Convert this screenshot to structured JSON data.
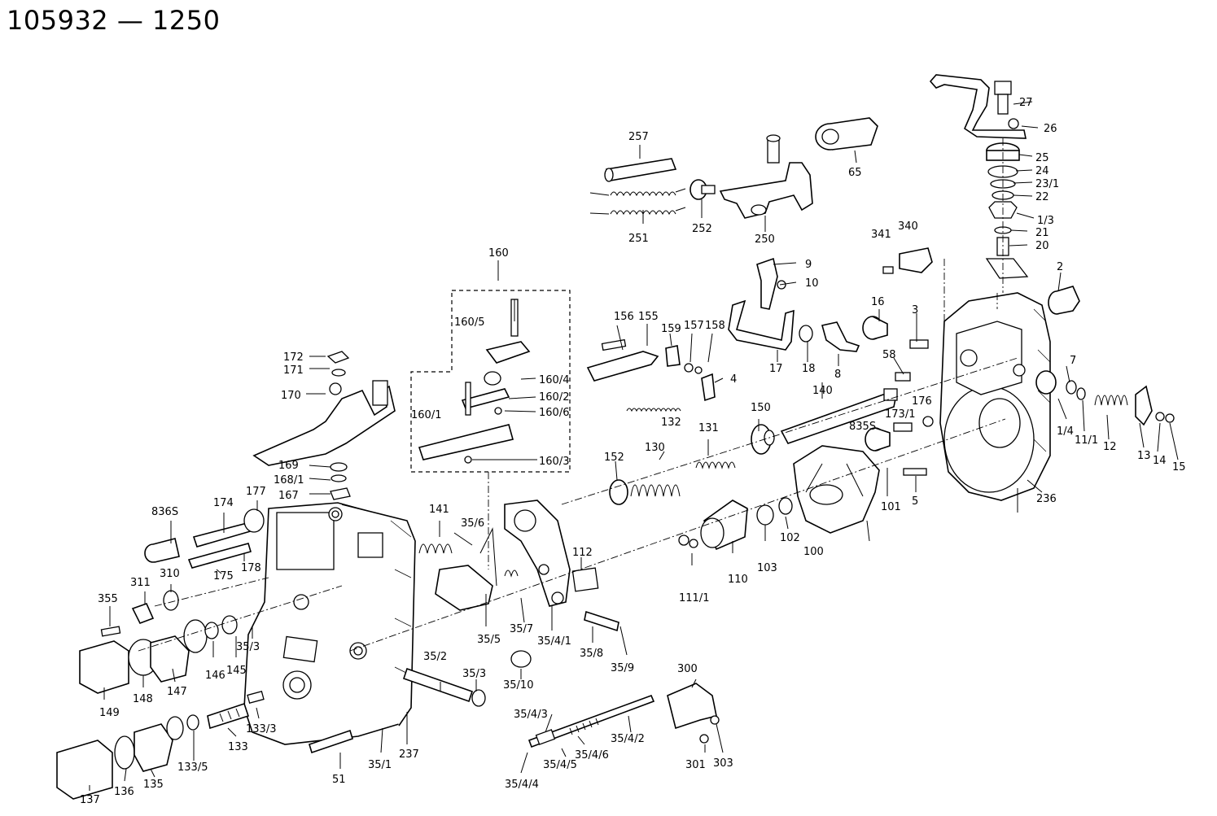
{
  "title": "105932 — 1250",
  "parts": [
    {
      "id": "p27",
      "text": "27"
    },
    {
      "id": "p26",
      "text": "26"
    },
    {
      "id": "p25",
      "text": "25"
    },
    {
      "id": "p24",
      "text": "24"
    },
    {
      "id": "p23_1",
      "text": "23/1"
    },
    {
      "id": "p22",
      "text": "22"
    },
    {
      "id": "p1_3",
      "text": "1/3"
    },
    {
      "id": "p21",
      "text": "21"
    },
    {
      "id": "p20",
      "text": "20"
    },
    {
      "id": "p65",
      "text": "65"
    },
    {
      "id": "p257",
      "text": "257"
    },
    {
      "id": "p252",
      "text": "252"
    },
    {
      "id": "p251",
      "text": "251"
    },
    {
      "id": "p250",
      "text": "250"
    },
    {
      "id": "p341",
      "text": "341"
    },
    {
      "id": "p340",
      "text": "340"
    },
    {
      "id": "p2",
      "text": "2"
    },
    {
      "id": "p9",
      "text": "9"
    },
    {
      "id": "p10",
      "text": "10"
    },
    {
      "id": "p160",
      "text": "160"
    },
    {
      "id": "p160_5",
      "text": "160/5"
    },
    {
      "id": "p156",
      "text": "156"
    },
    {
      "id": "p155",
      "text": "155"
    },
    {
      "id": "p159",
      "text": "159"
    },
    {
      "id": "p157",
      "text": "157"
    },
    {
      "id": "p158",
      "text": "158"
    },
    {
      "id": "p16",
      "text": "16"
    },
    {
      "id": "p3",
      "text": "3"
    },
    {
      "id": "p58",
      "text": "58"
    },
    {
      "id": "p17",
      "text": "17"
    },
    {
      "id": "p18",
      "text": "18"
    },
    {
      "id": "p8",
      "text": "8"
    },
    {
      "id": "p4",
      "text": "4"
    },
    {
      "id": "p160_4",
      "text": "160/4"
    },
    {
      "id": "p160_2",
      "text": "160/2"
    },
    {
      "id": "p160_6",
      "text": "160/6"
    },
    {
      "id": "p160_1",
      "text": "160/1"
    },
    {
      "id": "p160_3",
      "text": "160/3"
    },
    {
      "id": "p172",
      "text": "172"
    },
    {
      "id": "p171",
      "text": "171"
    },
    {
      "id": "p170",
      "text": "170"
    },
    {
      "id": "p169",
      "text": "169"
    },
    {
      "id": "p168_1",
      "text": "168/1"
    },
    {
      "id": "p167",
      "text": "167"
    },
    {
      "id": "p132",
      "text": "132"
    },
    {
      "id": "p140",
      "text": "140"
    },
    {
      "id": "p150",
      "text": "150"
    },
    {
      "id": "p131",
      "text": "131"
    },
    {
      "id": "p130",
      "text": "130"
    },
    {
      "id": "p152",
      "text": "152"
    },
    {
      "id": "p176",
      "text": "176"
    },
    {
      "id": "p173_1",
      "text": "173/1"
    },
    {
      "id": "p835s",
      "text": "835S"
    },
    {
      "id": "p7",
      "text": "7"
    },
    {
      "id": "p1_4",
      "text": "1/4"
    },
    {
      "id": "p11_1",
      "text": "11/1"
    },
    {
      "id": "p12",
      "text": "12"
    },
    {
      "id": "p13",
      "text": "13"
    },
    {
      "id": "p14",
      "text": "14"
    },
    {
      "id": "p15",
      "text": "15"
    },
    {
      "id": "p236",
      "text": "236"
    },
    {
      "id": "p5",
      "text": "5"
    },
    {
      "id": "p101",
      "text": "101"
    },
    {
      "id": "p100",
      "text": "100"
    },
    {
      "id": "p102",
      "text": "102"
    },
    {
      "id": "p103",
      "text": "103"
    },
    {
      "id": "p110",
      "text": "110"
    },
    {
      "id": "p111_1",
      "text": "111/1"
    },
    {
      "id": "p112",
      "text": "112"
    },
    {
      "id": "p141",
      "text": "141"
    },
    {
      "id": "p35_6",
      "text": "35/6"
    },
    {
      "id": "p35_5",
      "text": "35/5"
    },
    {
      "id": "p35_7",
      "text": "35/7"
    },
    {
      "id": "p35_4_1",
      "text": "35/4/1"
    },
    {
      "id": "p35_8",
      "text": "35/8"
    },
    {
      "id": "p35_9",
      "text": "35/9"
    },
    {
      "id": "p35_10",
      "text": "35/10"
    },
    {
      "id": "p836s",
      "text": "836S"
    },
    {
      "id": "p174",
      "text": "174"
    },
    {
      "id": "p177",
      "text": "177"
    },
    {
      "id": "p175",
      "text": "175"
    },
    {
      "id": "p178",
      "text": "178"
    },
    {
      "id": "p311",
      "text": "311"
    },
    {
      "id": "p310",
      "text": "310"
    },
    {
      "id": "p355",
      "text": "355"
    },
    {
      "id": "p149",
      "text": "149"
    },
    {
      "id": "p148",
      "text": "148"
    },
    {
      "id": "p147",
      "text": "147"
    },
    {
      "id": "p146",
      "text": "146"
    },
    {
      "id": "p145",
      "text": "145"
    },
    {
      "id": "p35_3a",
      "text": "35/3"
    },
    {
      "id": "p35_2",
      "text": "35/2"
    },
    {
      "id": "p35_3b",
      "text": "35/3"
    },
    {
      "id": "p133_3",
      "text": "133/3"
    },
    {
      "id": "p133",
      "text": "133"
    },
    {
      "id": "p133_5",
      "text": "133/5"
    },
    {
      "id": "p137",
      "text": "137"
    },
    {
      "id": "p136",
      "text": "136"
    },
    {
      "id": "p135",
      "text": "135"
    },
    {
      "id": "p51",
      "text": "51"
    },
    {
      "id": "p35_1",
      "text": "35/1"
    },
    {
      "id": "p237",
      "text": "237"
    },
    {
      "id": "p300",
      "text": "300"
    },
    {
      "id": "p35_4_3",
      "text": "35/4/3"
    },
    {
      "id": "p35_4_2",
      "text": "35/4/2"
    },
    {
      "id": "p35_4_6",
      "text": "35/4/6"
    },
    {
      "id": "p35_4_5",
      "text": "35/4/5"
    },
    {
      "id": "p35_4_4",
      "text": "35/4/4"
    },
    {
      "id": "p301",
      "text": "301"
    },
    {
      "id": "p303",
      "text": "303"
    }
  ]
}
